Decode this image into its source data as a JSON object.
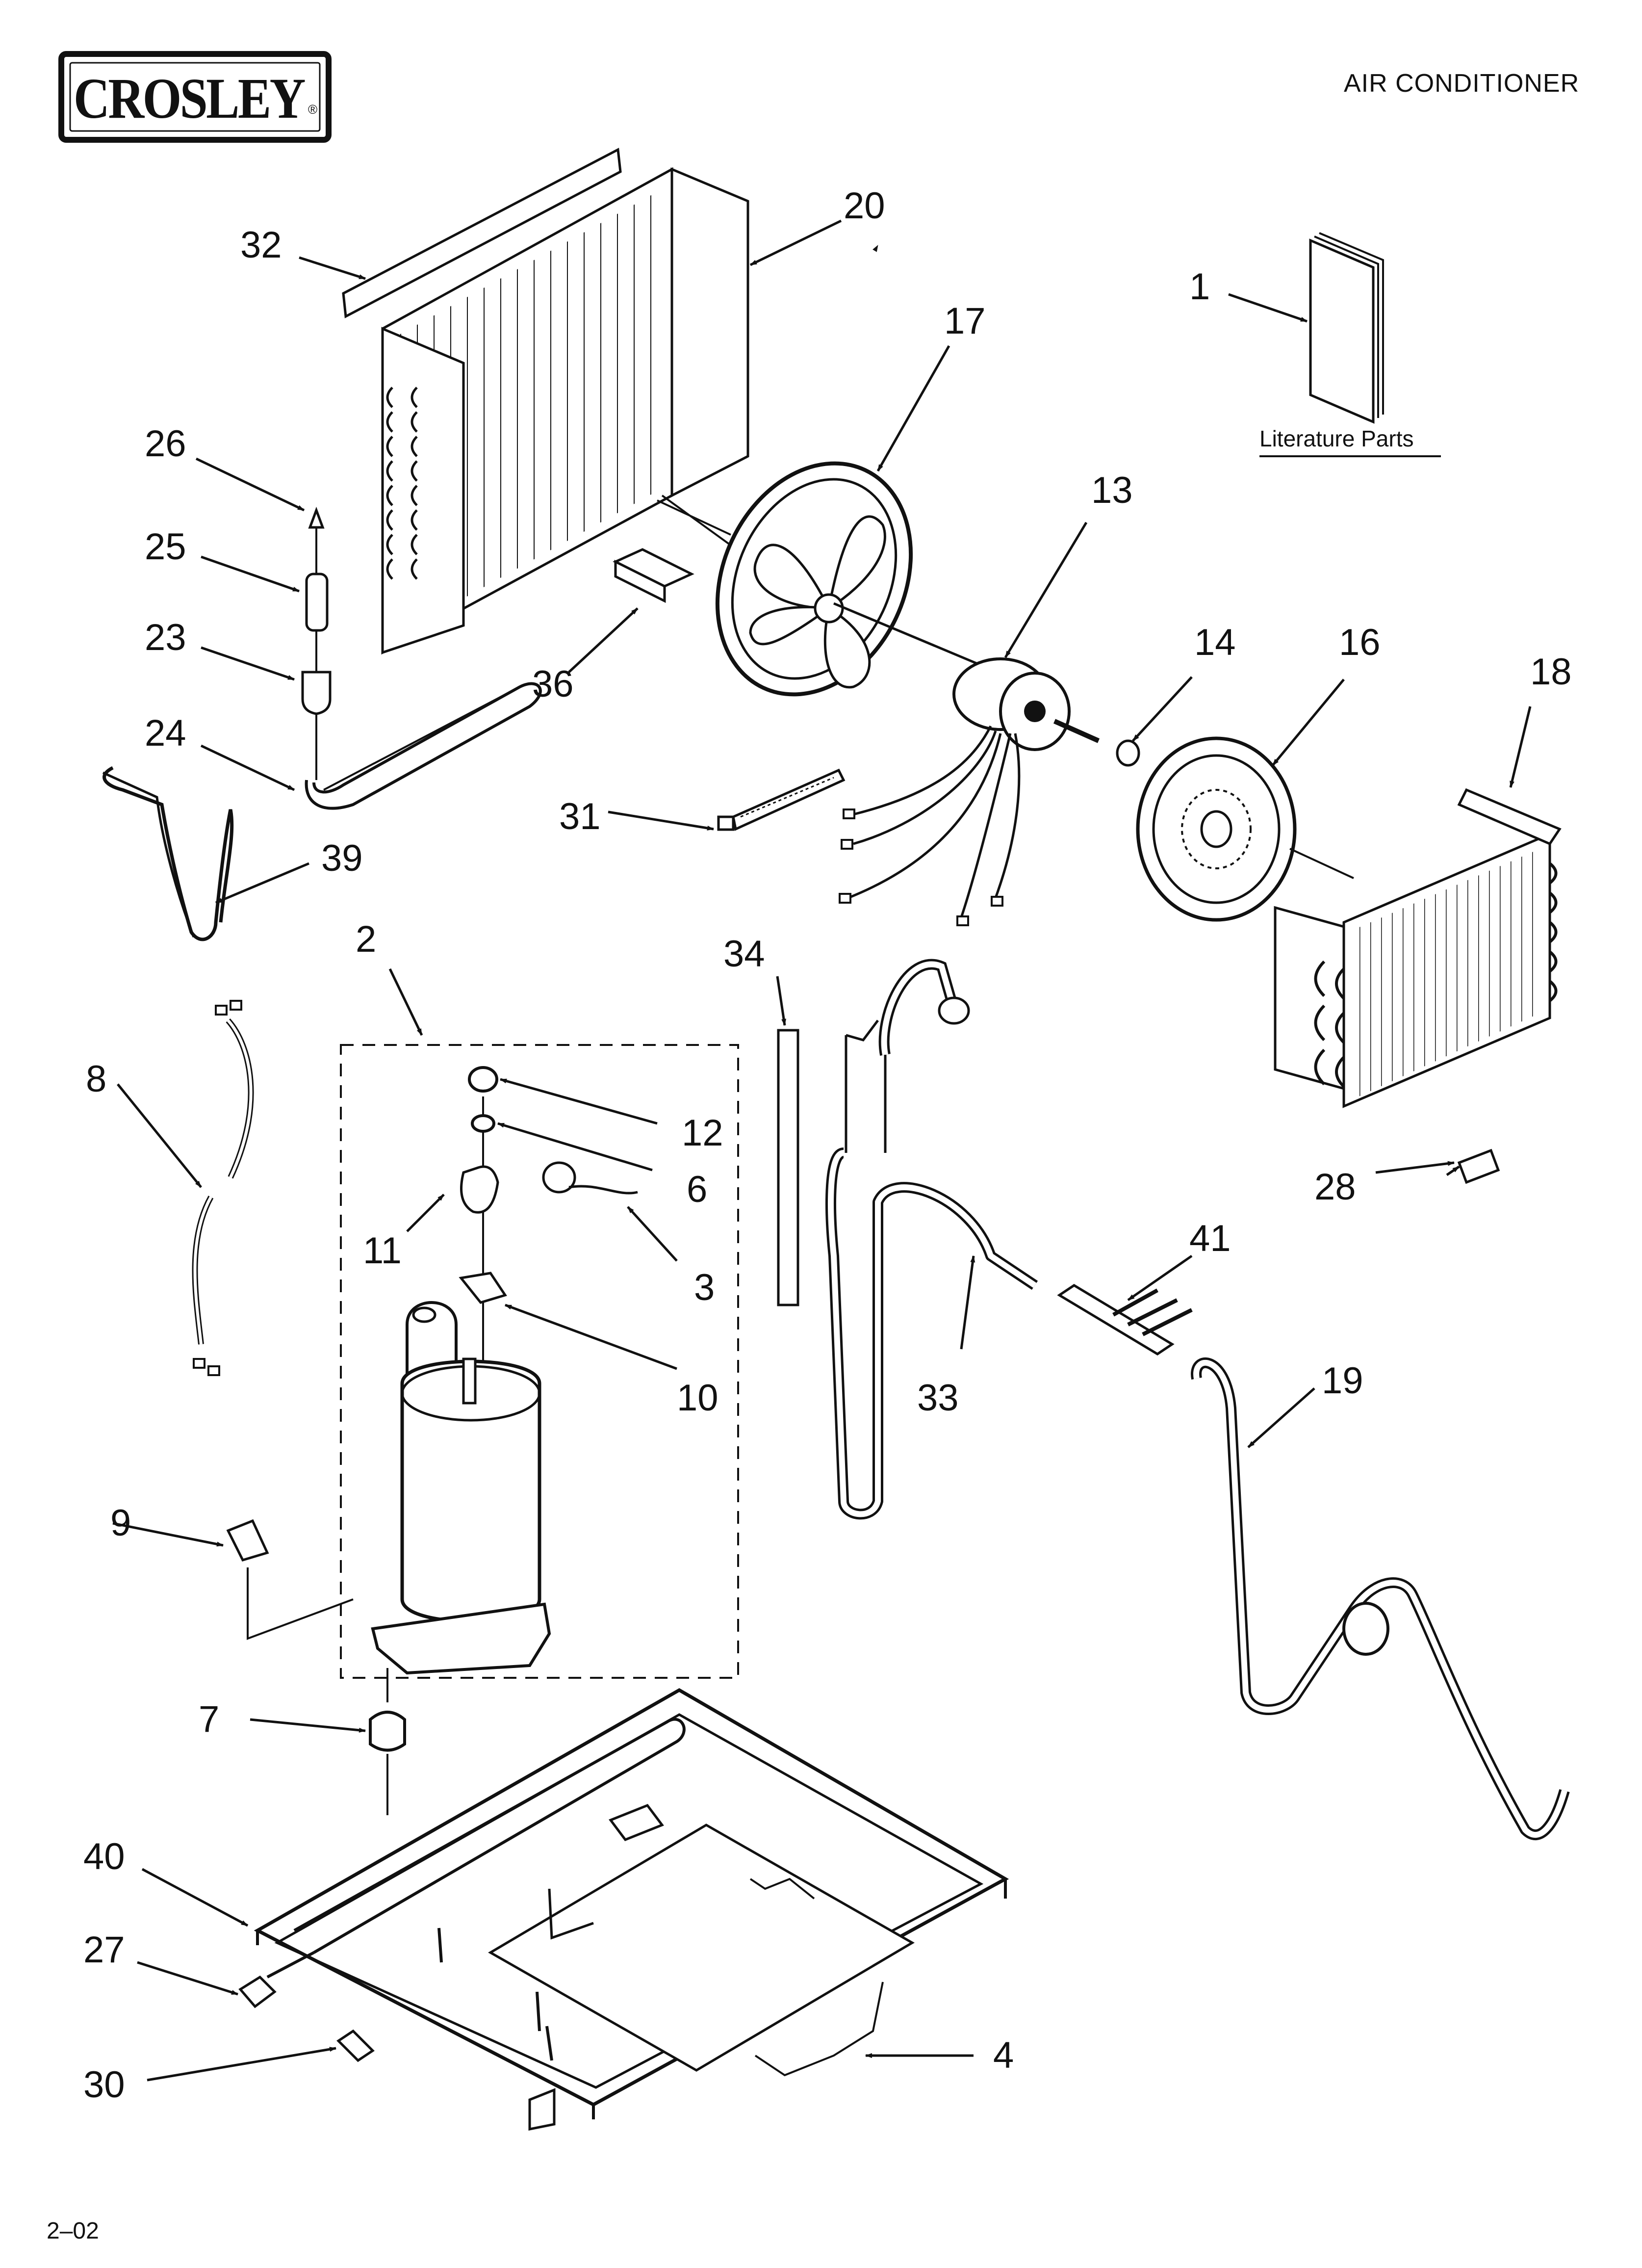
{
  "header": {
    "brand": "CROSLEY",
    "brand_mark": "®",
    "title": "AIR CONDITIONER"
  },
  "footer": {
    "page_code": "2–02"
  },
  "literature": {
    "label": "Literature Parts"
  },
  "callouts": {
    "c1": "1",
    "c2": "2",
    "c3": "3",
    "c4": "4",
    "c6": "6",
    "c7": "7",
    "c8": "8",
    "c9": "9",
    "c10": "10",
    "c11": "11",
    "c12": "12",
    "c13": "13",
    "c14": "14",
    "c16": "16",
    "c17": "17",
    "c18": "18",
    "c19": "19",
    "c20": "20",
    "c23": "23",
    "c24": "24",
    "c25": "25",
    "c26": "26",
    "c27": "27",
    "c28": "28",
    "c30": "30",
    "c31": "31",
    "c32": "32",
    "c33": "33",
    "c34": "34",
    "c36": "36",
    "c39": "39",
    "c40": "40",
    "c41": "41"
  },
  "colors": {
    "ink": "#111111",
    "paper": "#ffffff"
  }
}
